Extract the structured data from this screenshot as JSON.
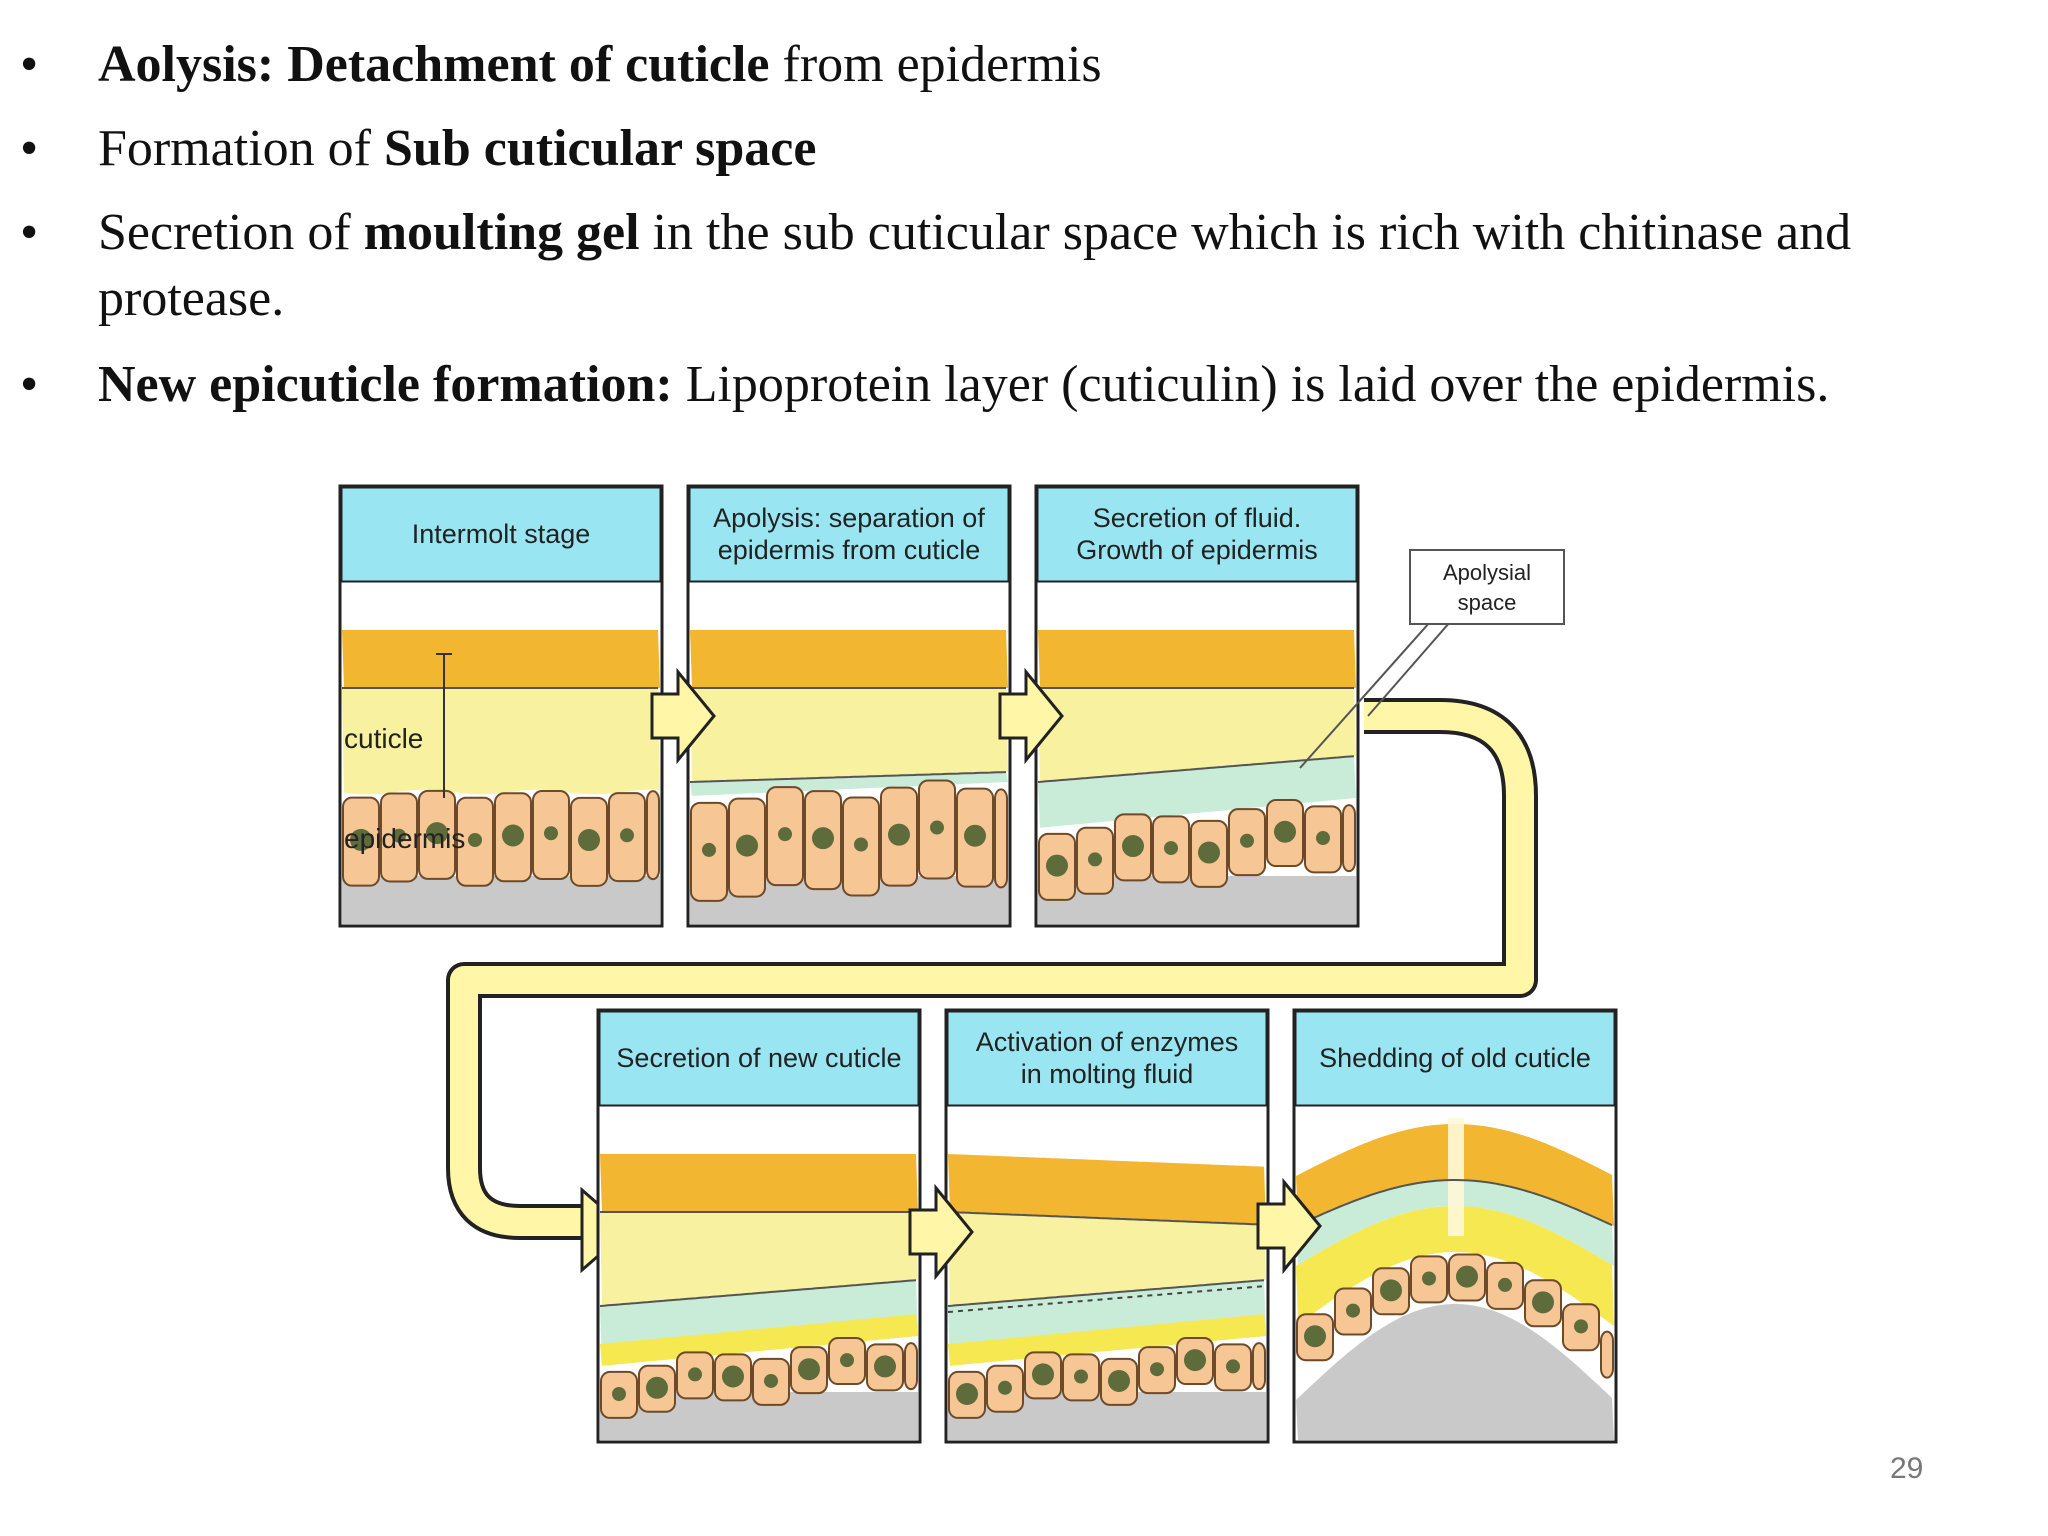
{
  "bullets": [
    {
      "dot": "•",
      "parts": [
        {
          "text": "Aolysis: Detachment of cuticle",
          "bold": true
        },
        {
          "text": " from epidermis",
          "bold": false
        }
      ]
    },
    {
      "dot": "•",
      "parts": [
        {
          "text": "Formation of ",
          "bold": false
        },
        {
          "text": "Sub cuticular space",
          "bold": true
        }
      ]
    },
    {
      "dot": "•",
      "parts": [
        {
          "text": "Secretion of ",
          "bold": false
        },
        {
          "text": "moulting gel",
          "bold": true
        },
        {
          "text": " in the sub cuticular space which is rich with chitinase and",
          "bold": false
        }
      ],
      "cont": "protease."
    },
    {
      "dot": "•",
      "parts": [
        {
          "text": "New epicuticle formation:",
          "bold": true
        },
        {
          "text": " Lipoprotein layer (cuticulin) is laid over the epidermis.",
          "bold": false
        }
      ]
    }
  ],
  "diagram": {
    "panels": [
      {
        "id": "intermolt",
        "title_lines": [
          "Intermolt stage"
        ]
      },
      {
        "id": "apolysis",
        "title_lines": [
          "Apolysis: separation of",
          "epidermis from cuticle"
        ]
      },
      {
        "id": "fluid",
        "title_lines": [
          "Secretion of fluid.",
          "Growth of epidermis"
        ]
      },
      {
        "id": "new-cuticle",
        "title_lines": [
          "Secretion of new cuticle"
        ]
      },
      {
        "id": "enzymes",
        "title_lines": [
          "Activation of enzymes",
          "in molting fluid"
        ]
      },
      {
        "id": "shedding",
        "title_lines": [
          "Shedding of old cuticle"
        ]
      }
    ],
    "labels": {
      "cuticle": "cuticle",
      "epidermis": "epidermis"
    },
    "callout_lines": [
      "Apolysial",
      "space"
    ]
  },
  "page_number": "29",
  "colors": {
    "header": "#99e6f2",
    "old_cuticle_orange": "#f2b630",
    "old_cuticle_yellow": "#f8f2a0",
    "molting_fluid": "#c8ecd8",
    "new_cuticle": "#f5e850",
    "cell": "#f6c795",
    "nucleus": "#5e6b3a",
    "base": "#c9c9c9",
    "flow_arrow": "#fff6a8"
  }
}
